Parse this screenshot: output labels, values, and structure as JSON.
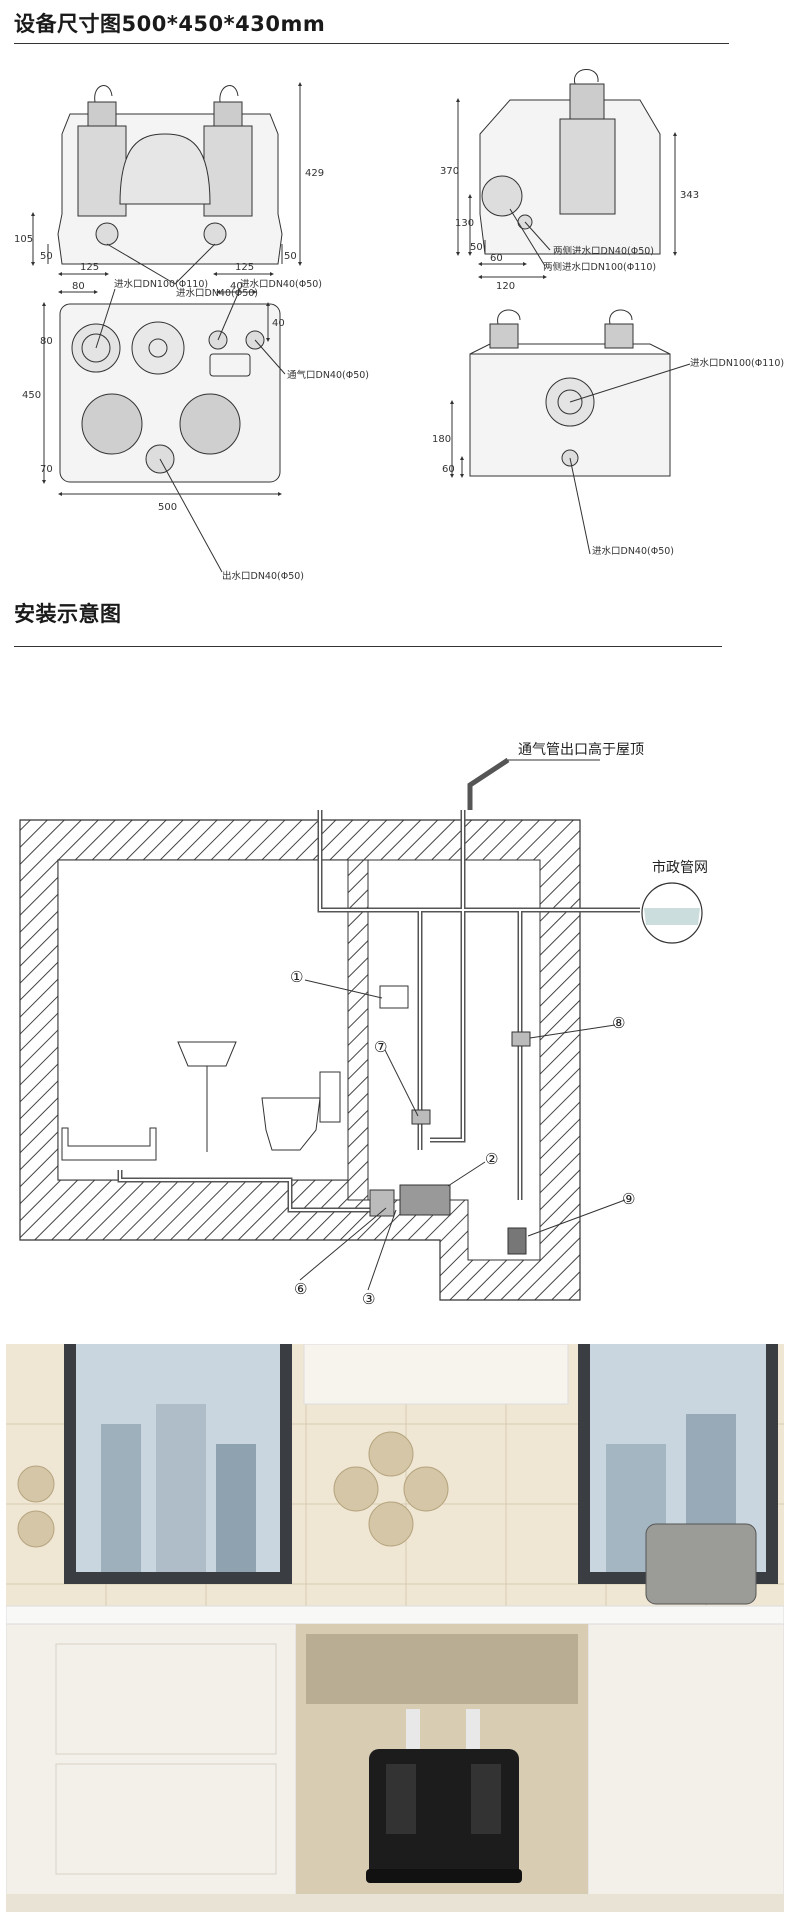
{
  "section1": {
    "title": "设备尺寸图500*450*430mm"
  },
  "section2": {
    "title": "安装示意图"
  },
  "dim_views": {
    "front": {
      "d429": "429",
      "d105": "105",
      "d50a": "50",
      "d50b": "50",
      "d125a": "125",
      "d125b": "125",
      "label_inlet": "进水口DN40(Φ50)"
    },
    "side": {
      "d370": "370",
      "d343": "343",
      "d130": "130",
      "d50": "50",
      "d60": "60",
      "d120": "120",
      "label_side_small": "两侧进水口DN40(Φ50)",
      "label_side_big": "两侧进水口DN100(Φ110)"
    },
    "top": {
      "d80a": "80",
      "d80b": "80",
      "d40a": "40",
      "d40b": "40",
      "d450": "450",
      "d70": "70",
      "d500": "500",
      "label_in100": "进水口DN100(Φ110)",
      "label_in40": "进水口DN40(Φ50)",
      "label_vent": "通气口DN40(Φ50)",
      "label_out": "出水口DN40(Φ50)"
    },
    "rear": {
      "d180": "180",
      "d60": "60",
      "label_in100": "进水口DN100(Φ110)",
      "label_in40": "进水口DN40(Φ50)"
    }
  },
  "install": {
    "vent_label": "通气管出口高于屋顶",
    "sewer_label": "市政管网",
    "callouts": [
      "①",
      "②",
      "③",
      "⑥",
      "⑦",
      "⑧",
      "⑨"
    ]
  },
  "colors": {
    "line": "#333333",
    "hatch": "#444444",
    "tile": "#e8dcc2",
    "cabinet": "#f3f0ea",
    "pump": "#1c1c1c"
  }
}
